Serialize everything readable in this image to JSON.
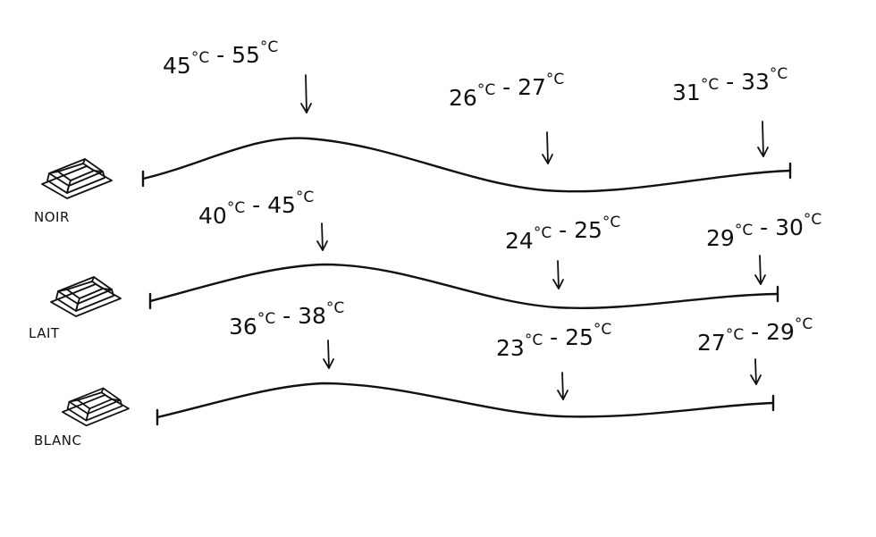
{
  "colors": {
    "ink": "#111111",
    "background": "#ffffff"
  },
  "rows": [
    {
      "name": "NOIR",
      "icon": "chocolate-bar-icon",
      "stages": [
        {
          "low": "45",
          "high": "55",
          "unit": "°C"
        },
        {
          "low": "26",
          "high": "27",
          "unit": "°C"
        },
        {
          "low": "31",
          "high": "33",
          "unit": "°C"
        }
      ]
    },
    {
      "name": "LAIT",
      "icon": "chocolate-bar-icon",
      "stages": [
        {
          "low": "40",
          "high": "45",
          "unit": "°C"
        },
        {
          "low": "24",
          "high": "25",
          "unit": "°C"
        },
        {
          "low": "29",
          "high": "30",
          "unit": "°C"
        }
      ]
    },
    {
      "name": "BLANC",
      "icon": "chocolate-bar-icon",
      "stages": [
        {
          "low": "36",
          "high": "38",
          "unit": "°C"
        },
        {
          "low": "23",
          "high": "25",
          "unit": "°C"
        },
        {
          "low": "27",
          "high": "29",
          "unit": "°C"
        }
      ]
    }
  ]
}
